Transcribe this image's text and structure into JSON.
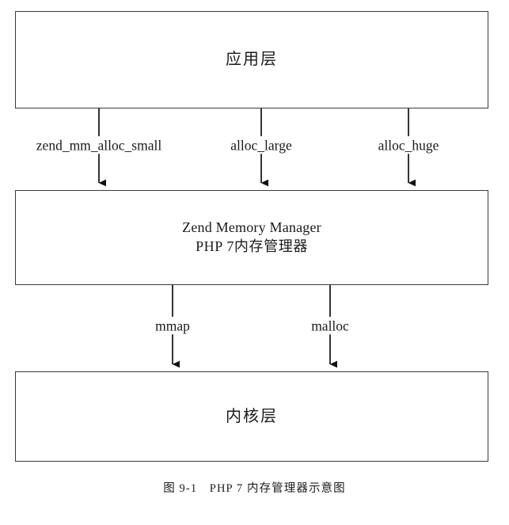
{
  "figure": {
    "caption": "图 9-1　PHP 7 内存管理器示意图",
    "background_color": "#ffffff",
    "line_color": "#3a3a3c",
    "text_color": "#1a1a1a"
  },
  "layers": [
    {
      "id": "application",
      "lines": [
        "应用层"
      ]
    },
    {
      "id": "manager",
      "lines": [
        "Zend Memory Manager",
        "PHP 7内存管理器"
      ]
    },
    {
      "id": "kernel",
      "lines": [
        "内核层"
      ]
    }
  ],
  "connections": [
    {
      "id": "zend-mm-alloc-small",
      "label": "zend_mm_alloc_small",
      "from": "application",
      "to": "manager"
    },
    {
      "id": "alloc-large",
      "label": "alloc_large",
      "from": "application",
      "to": "manager"
    },
    {
      "id": "alloc-huge",
      "label": "alloc_huge",
      "from": "application",
      "to": "manager"
    },
    {
      "id": "mmap",
      "label": "mmap",
      "from": "manager",
      "to": "kernel"
    },
    {
      "id": "malloc",
      "label": "malloc",
      "from": "manager",
      "to": "kernel"
    }
  ]
}
